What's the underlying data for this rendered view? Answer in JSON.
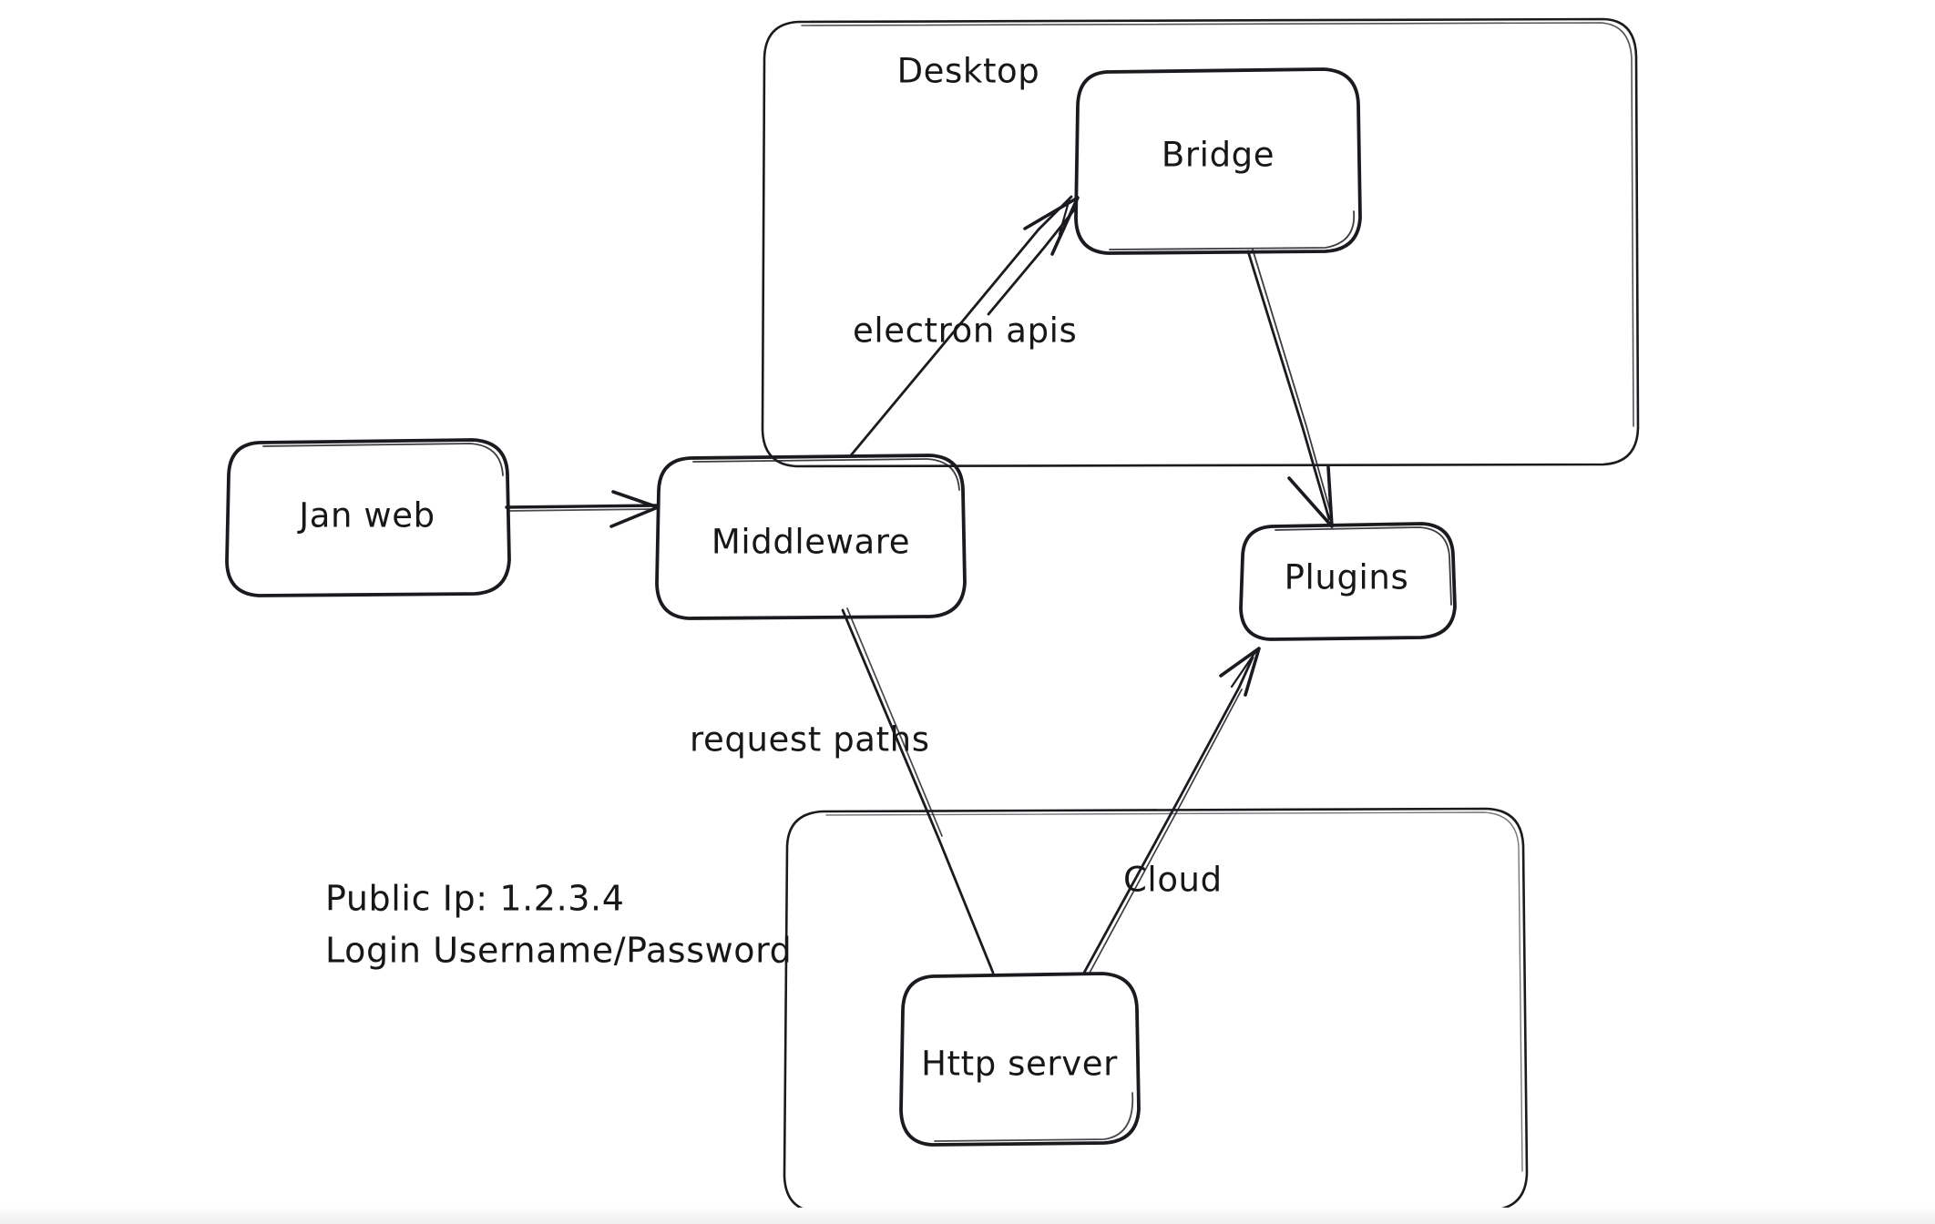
{
  "diagram": {
    "title": "Jan architecture sketch",
    "style": "hand-drawn whiteboard",
    "background_color": "#ffffff",
    "stroke_color": "#1b1b1f",
    "containers": [
      {
        "id": "desktop",
        "label": "Desktop"
      },
      {
        "id": "cloud",
        "label": ""
      }
    ],
    "nodes": [
      {
        "id": "jan-web",
        "label": "Jan web"
      },
      {
        "id": "middleware",
        "label": "Middleware"
      },
      {
        "id": "bridge",
        "label": "Bridge"
      },
      {
        "id": "plugins",
        "label": "Plugins"
      },
      {
        "id": "http-server",
        "label": "Http server"
      }
    ],
    "edges": [
      {
        "id": "web-to-middleware",
        "from": "jan-web",
        "to": "middleware",
        "label": "",
        "arrow": true
      },
      {
        "id": "middleware-to-bridge",
        "from": "middleware",
        "to": "bridge",
        "label": "electron apis",
        "arrow": true
      },
      {
        "id": "bridge-to-plugins",
        "from": "bridge",
        "to": "plugins",
        "label": "",
        "arrow": true
      },
      {
        "id": "middleware-to-http",
        "from": "middleware",
        "to": "http-server",
        "label": "request paths",
        "arrow": false
      },
      {
        "id": "http-to-plugins",
        "from": "http-server",
        "to": "plugins",
        "label": "Cloud",
        "arrow": true
      }
    ],
    "notes": {
      "public_ip_line": "Public Ip: 1.2.3.4",
      "login_line": "Login Username/Password"
    }
  }
}
